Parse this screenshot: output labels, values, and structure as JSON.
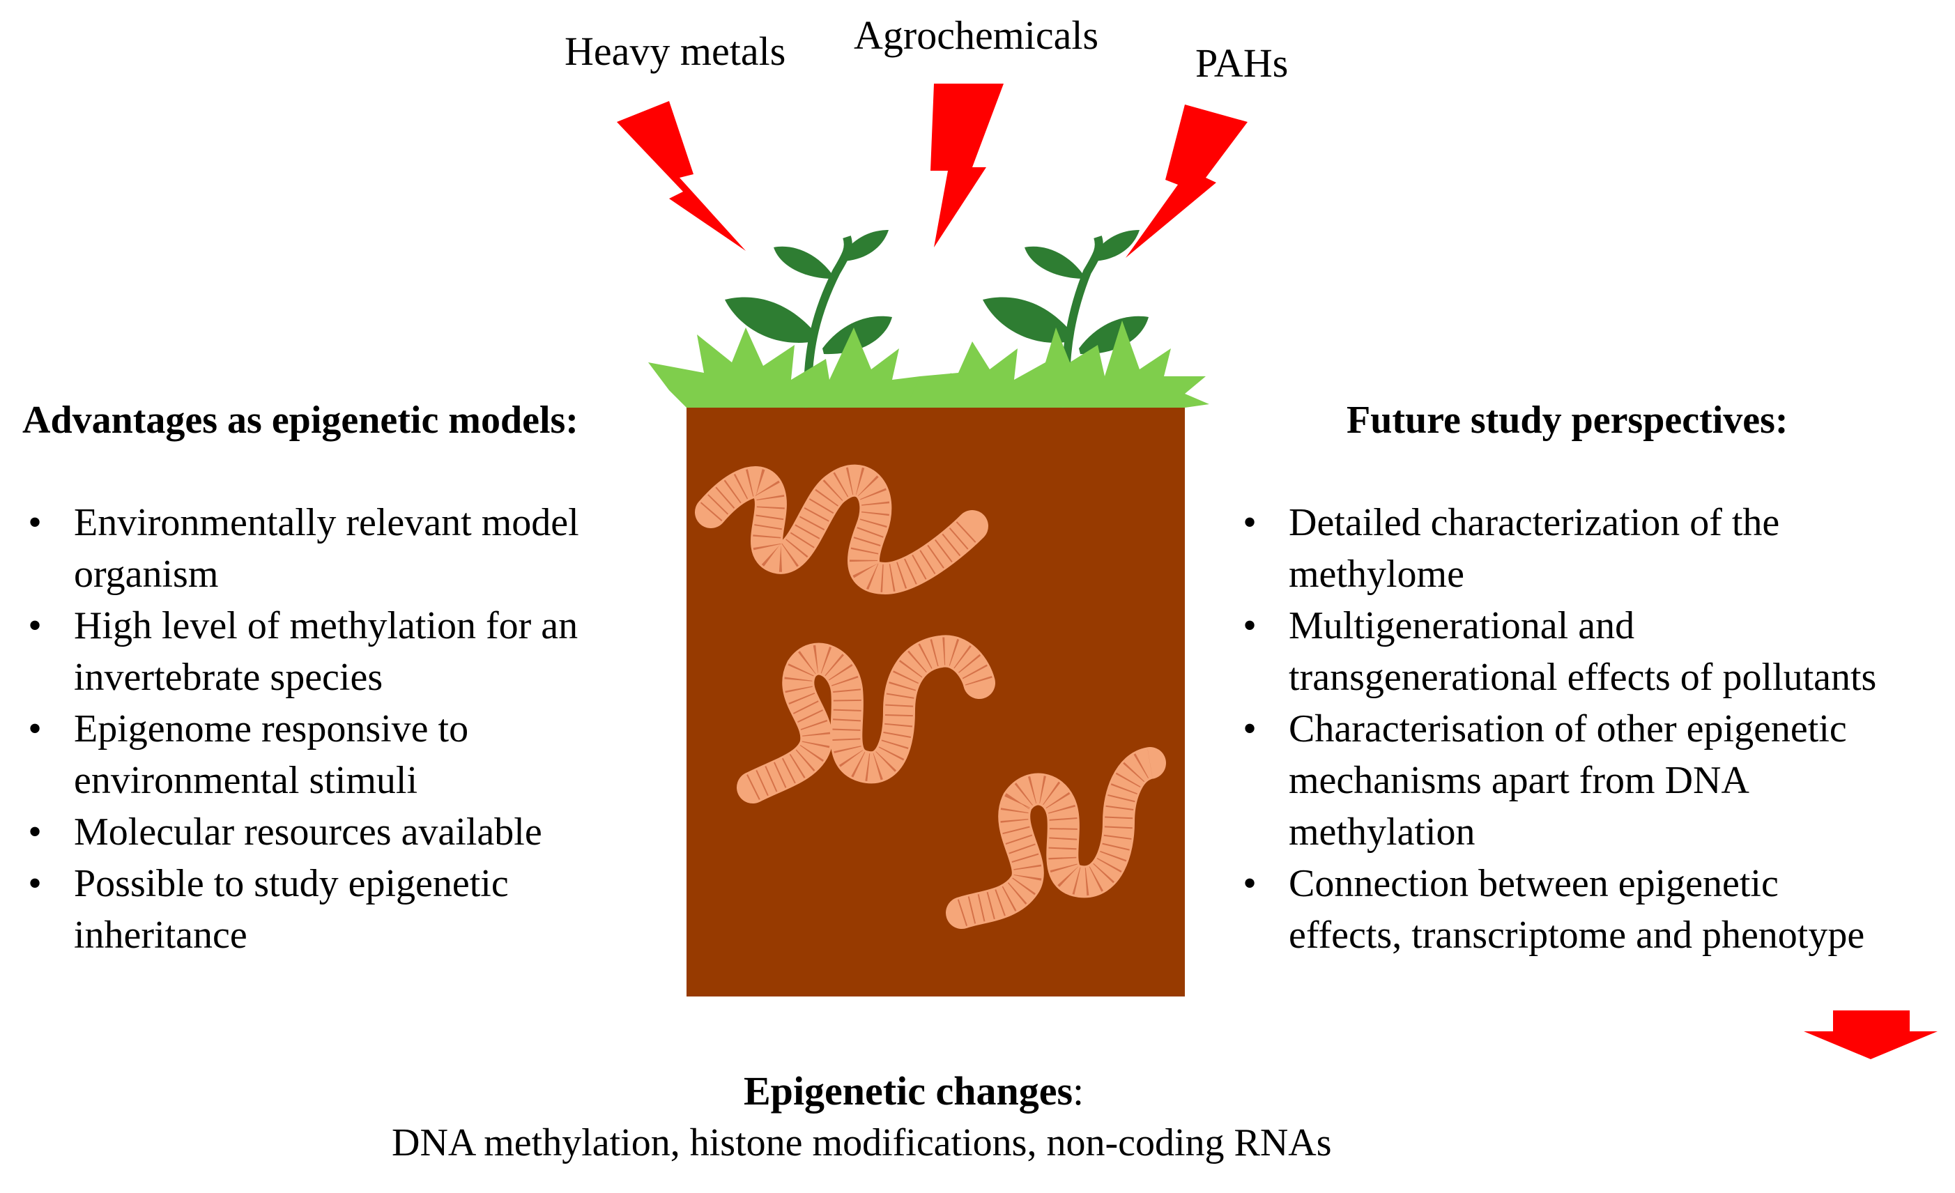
{
  "pollutants": {
    "heavy_metals": "Heavy metals",
    "agrochemicals": "Agrochemicals",
    "pahs": "PAHs"
  },
  "left_panel": {
    "heading": "Advantages as epigenetic models:",
    "bullet_symbol": "•",
    "items": [
      [
        "Environmentally relevant model",
        "organism"
      ],
      [
        "High level of methylation for an",
        "invertebrate species"
      ],
      [
        "Epigenome responsive to",
        "environmental stimuli"
      ],
      [
        "Molecular resources available"
      ],
      [
        "Possible to study epigenetic",
        "inheritance"
      ]
    ]
  },
  "right_panel": {
    "heading": "Future study perspectives:",
    "bullet_symbol": "•",
    "items": [
      [
        "Detailed characterization of the",
        "methylome"
      ],
      [
        "Multigenerational and",
        "transgenerational effects of pollutants"
      ],
      [
        "Characterisation of other epigenetic",
        "mechanisms apart from DNA",
        "methylation"
      ],
      [
        "Connection between epigenetic",
        "effects, transcriptome and phenotype"
      ]
    ]
  },
  "bottom": {
    "title": "Epigenetic changes",
    "title_suffix": ":",
    "details": "DNA methylation, histone modifications, non-coding RNAs"
  },
  "colors": {
    "soil": "#973a00",
    "worm": "#f5a679",
    "worm_stripe": "#c9603a",
    "grass": "#7fce4c",
    "leaf": "#2e7d32",
    "lightning": "#ff0000"
  },
  "icons": {
    "lightning": "lightning-bolt-icon",
    "plant": "plant-icon",
    "worm": "earthworm-icon",
    "arrow": "down-arrow-icon"
  }
}
